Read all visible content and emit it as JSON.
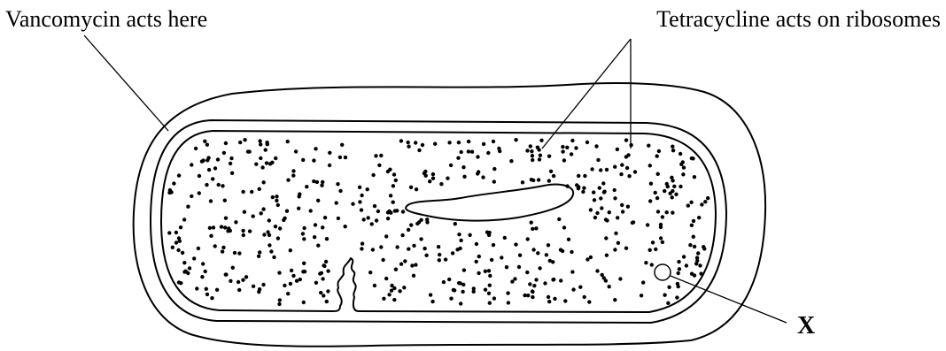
{
  "labels": {
    "vancomycin": "Vancomycin acts here",
    "tetracycline": "Tetracycline acts on ribosomes",
    "x_marker": "X"
  },
  "colors": {
    "ink": "#000000",
    "background": "#ffffff"
  }
}
